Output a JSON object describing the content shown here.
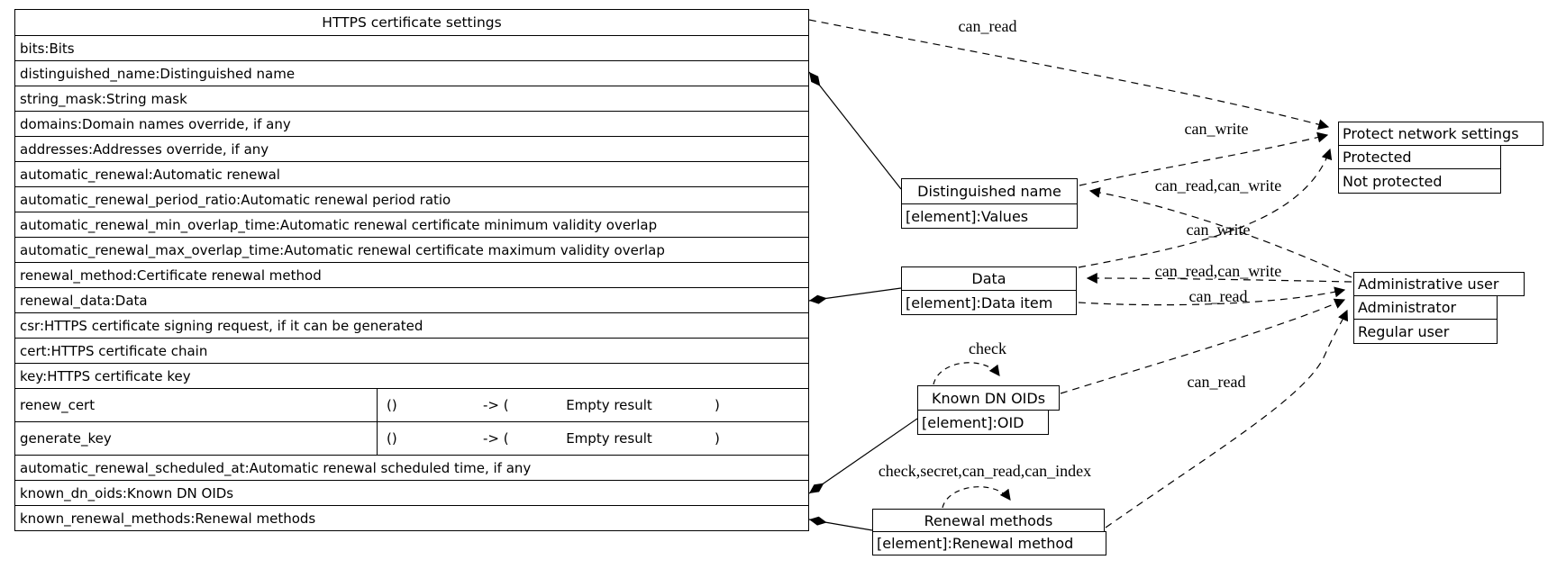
{
  "table": {
    "title": "HTTPS certificate settings",
    "fields_top": [
      "bits:Bits",
      "distinguished_name:Distinguished name",
      "string_mask:String mask",
      "domains:Domain names override, if any",
      "addresses:Addresses override, if any",
      "automatic_renewal:Automatic renewal",
      "automatic_renewal_period_ratio:Automatic renewal period ratio",
      "automatic_renewal_min_overlap_time:Automatic renewal certificate minimum validity overlap",
      "automatic_renewal_max_overlap_time:Automatic renewal certificate maximum validity overlap",
      "renewal_method:Certificate renewal method",
      "renewal_data:Data",
      "csr:HTTPS certificate signing request, if it can be generated",
      "cert:HTTPS certificate chain",
      "key:HTTPS certificate key"
    ],
    "methods": [
      {
        "name": "renew_cert",
        "args": "()",
        "arrow": "-> (",
        "result": "Empty result",
        "close": ")"
      },
      {
        "name": "generate_key",
        "args": "()",
        "arrow": "-> (",
        "result": "Empty result",
        "close": ")"
      }
    ],
    "fields_bottom": [
      "automatic_renewal_scheduled_at:Automatic renewal scheduled time, if any",
      "known_dn_oids:Known DN OIDs",
      "known_renewal_methods:Renewal methods"
    ]
  },
  "nodes": {
    "distinguished_name": {
      "title": "Distinguished name",
      "element": "[element]:Values"
    },
    "data": {
      "title": "Data",
      "element": "[element]:Data item"
    },
    "known_dn_oids": {
      "title": "Known DN OIDs",
      "element": "[element]:OID"
    },
    "renewal_methods": {
      "title": "Renewal methods",
      "element": "[element]:Renewal method"
    },
    "protect_network_settings": {
      "title": "Protect network settings",
      "values": [
        "Protected",
        "Not protected"
      ]
    },
    "administrative_user": {
      "title": "Administrative user",
      "values": [
        "Administrator",
        "Regular user"
      ]
    }
  },
  "edge_labels": {
    "table_protect": "can_read",
    "dist_protect": "can_write",
    "admin_dist": "can_read,can_write",
    "data_protect": "can_write",
    "admin_data": "can_read,can_write",
    "data_admin": "can_read",
    "known_dn_admin": "can_read",
    "known_dn_self": "check",
    "renewal_methods_self": "check,secret,can_read,can_index"
  },
  "colors": {
    "line": "#000000",
    "background": "#ffffff"
  }
}
